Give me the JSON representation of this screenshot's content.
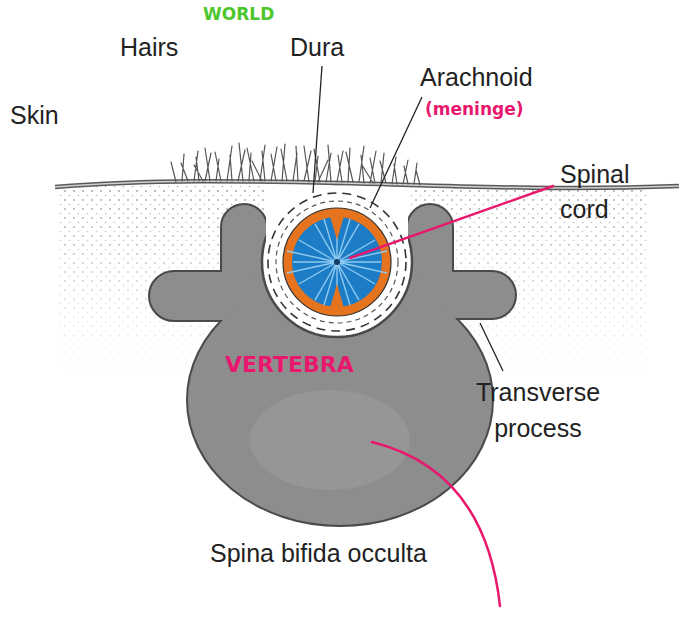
{
  "diagram": {
    "caption": "Spina bifida occulta",
    "labels": [
      "Skin",
      "Hairs",
      "WORLD",
      "Dura",
      "Arachnoid",
      "(meninge)",
      "Spinal cord",
      "Transverse process",
      "VERTEBRA"
    ]
  }
}
